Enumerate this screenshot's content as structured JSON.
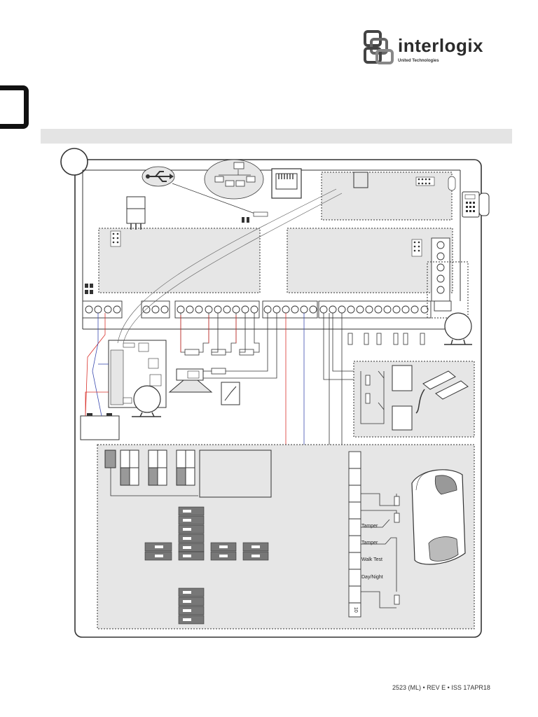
{
  "logo": {
    "brand": "interlogix",
    "sub": "United Technologies"
  },
  "labels": {
    "tamper1": "Tamper",
    "tamper2": "Tamper",
    "walk_test": "Walk Test",
    "day_night": "Day/Night",
    "terminal_10": "10"
  },
  "footer": {
    "doc_code": "2523 (ML) • REV E • ISS 17APR18"
  },
  "colors": {
    "wire_red": "#d9312b",
    "wire_blue": "#3b4bb0",
    "panel_grey": "#e6e6e6",
    "line": "#333333"
  },
  "icons": [
    "usb-icon",
    "network-icon",
    "rj45-port-icon",
    "keypad-telephone-icon",
    "siren-icon",
    "battery-icon",
    "transformer-icon",
    "magnetic-contact-icon",
    "pir-detector-icon",
    "manual-switch-icon"
  ]
}
